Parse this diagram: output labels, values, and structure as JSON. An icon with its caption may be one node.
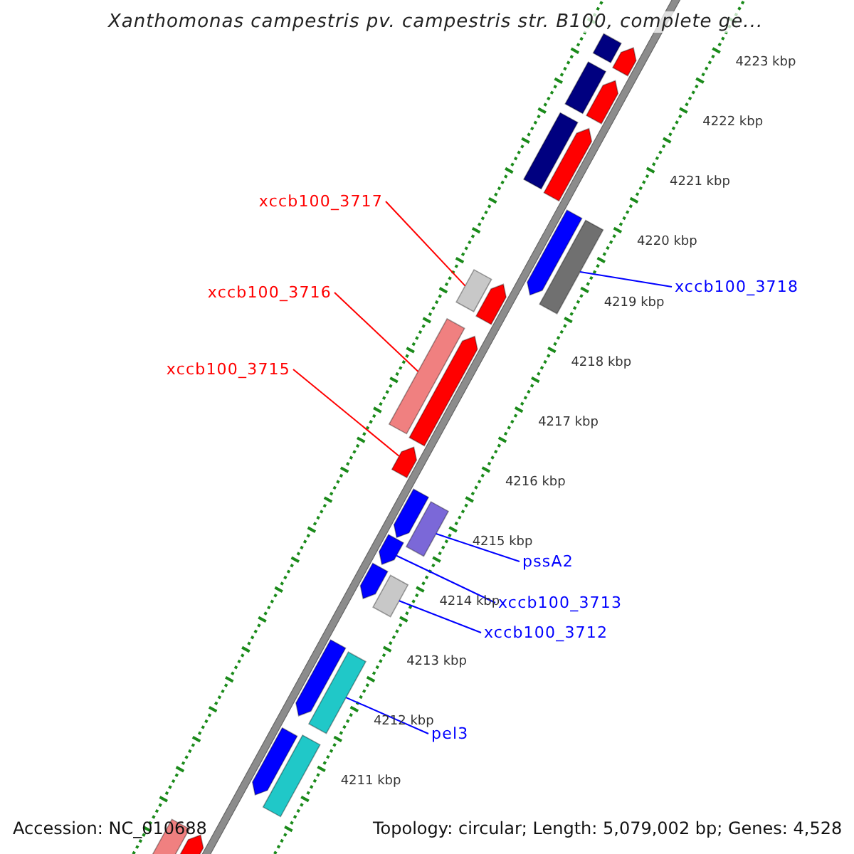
{
  "diagram": {
    "title": "Xanthomonas campestris pv. campestris str. B100, complete ge...",
    "nodes": [
      {
        "text": [
          "xccb100_3717"
        ]
      },
      {
        "text": [],
        "shape": "box"
      },
      {
        "text": [
          "xccb100_3716"
        ]
      },
      {
        "text": [],
        "shape": "box"
      },
      {
        "text": [
          "xccb100_3715"
        ]
      },
      {
        "text": [],
        "shape": "arrow"
      },
      {
        "text": [
          "xccb100_3718"
        ]
      },
      {
        "text": [],
        "shape": "box"
      },
      {
        "text": [
          "pssA2"
        ]
      },
      {
        "text": [],
        "shape": "box"
      },
      {
        "text": [
          "xccb100_3713"
        ]
      },
      {
        "text": [],
        "shape": "arrow"
      },
      {
        "text": [
          "xccb100_3712"
        ]
      },
      {
        "text": [],
        "shape": "box"
      },
      {
        "text": [
          "pel3"
        ]
      },
      {
        "text": [],
        "shape": "box"
      },
      {
        "text": [],
        "shape": "box"
      },
      {
        "text": [],
        "shape": "arrow"
      },
      {
        "text": [],
        "shape": "box"
      },
      {
        "text": [],
        "shape": "arrow"
      },
      {
        "text": [],
        "shape": "box"
      },
      {
        "text": [],
        "shape": "arrow"
      },
      {
        "text": [],
        "shape": "arrow"
      },
      {
        "text": [],
        "shape": "arrow"
      },
      {
        "text": [],
        "shape": "arrow"
      },
      {
        "text": [],
        "shape": "arrow"
      },
      {
        "text": [],
        "shape": "arrow"
      },
      {
        "text": [],
        "shape": "arrow"
      },
      {
        "text": [],
        "shape": "arrow"
      },
      {
        "text": [],
        "shape": "box"
      },
      {
        "text": [],
        "shape": "box"
      },
      {
        "text": [],
        "shape": "arrow"
      }
    ],
    "edges": [
      {
        "from": 0,
        "to": 1,
        "arrow": "none",
        "color": "#ff0000"
      },
      {
        "from": 2,
        "to": 3,
        "arrow": "none",
        "color": "#ff0000"
      },
      {
        "from": 4,
        "to": 5,
        "arrow": "none",
        "color": "#ff0000"
      },
      {
        "from": 6,
        "to": 7,
        "arrow": "none"
      },
      {
        "from": 8,
        "to": 9,
        "arrow": "none"
      },
      {
        "from": 10,
        "to": 11,
        "arrow": "none"
      },
      {
        "from": 12,
        "to": 13,
        "arrow": "none"
      },
      {
        "from": 14,
        "to": 15,
        "arrow": "none"
      }
    ],
    "labels": [
      "4223 kbp",
      "4222 kbp",
      "4221 kbp",
      "4220 kbp",
      "4219 kbp",
      "4218 kbp",
      "4217 kbp",
      "4216 kbp",
      "4215 kbp",
      "4214 kbp",
      "4213 kbp",
      "4212 kbp",
      "4211 kbp",
      "Accession: NC_010688",
      "Topology: circular; Length: 5,079,002 bp; Genes: 4,528"
    ]
  }
}
